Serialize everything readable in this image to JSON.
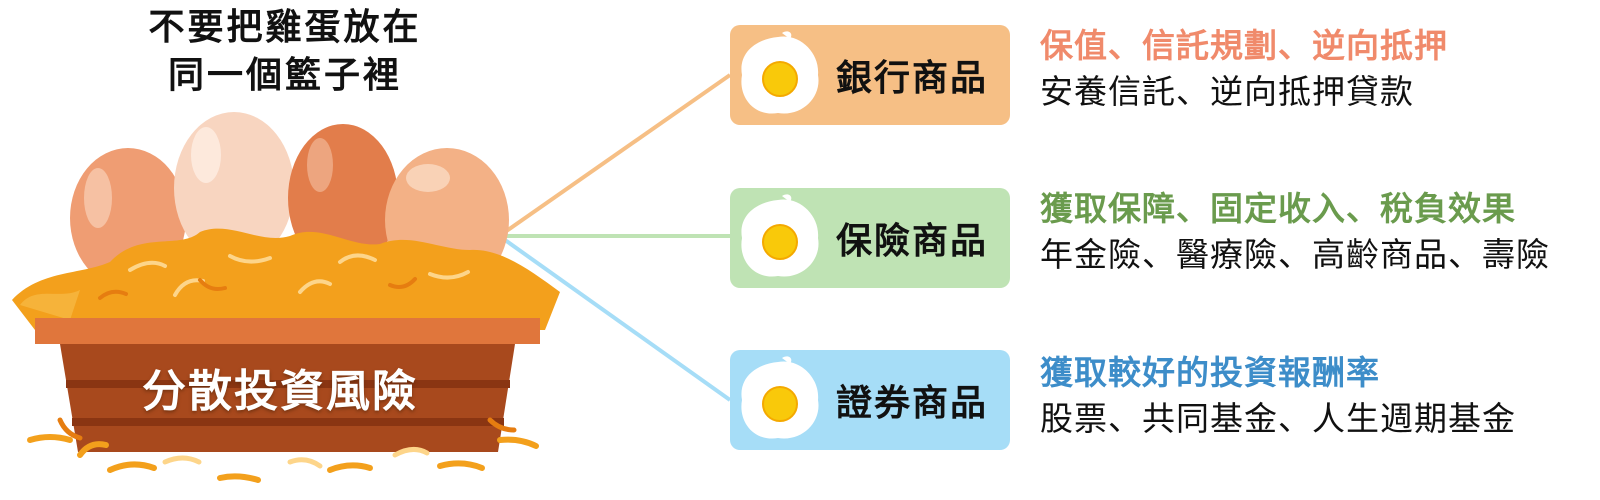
{
  "title": {
    "line1": "不要把雞蛋放在",
    "line2": "同一個籃子裡"
  },
  "basket_label": "分散投資風險",
  "categories": [
    {
      "label": "銀行商品",
      "color": "#f6bf85",
      "accent": "#f08a6b",
      "benefit": "保值、信託規劃、逆向抵押",
      "products": "安養信託、逆向抵押貸款"
    },
    {
      "label": "保險商品",
      "color": "#bfe3b4",
      "accent": "#6a9b4d",
      "benefit": "獲取保障、固定收入、稅負效果",
      "products": "年金險、醫療險、高齡商品、壽險"
    },
    {
      "label": "證券商品",
      "color": "#a6ddf7",
      "accent": "#3d8dc9",
      "benefit": "獲取較好的投資報酬率",
      "products": "股票、共同基金、人生週期基金"
    }
  ]
}
